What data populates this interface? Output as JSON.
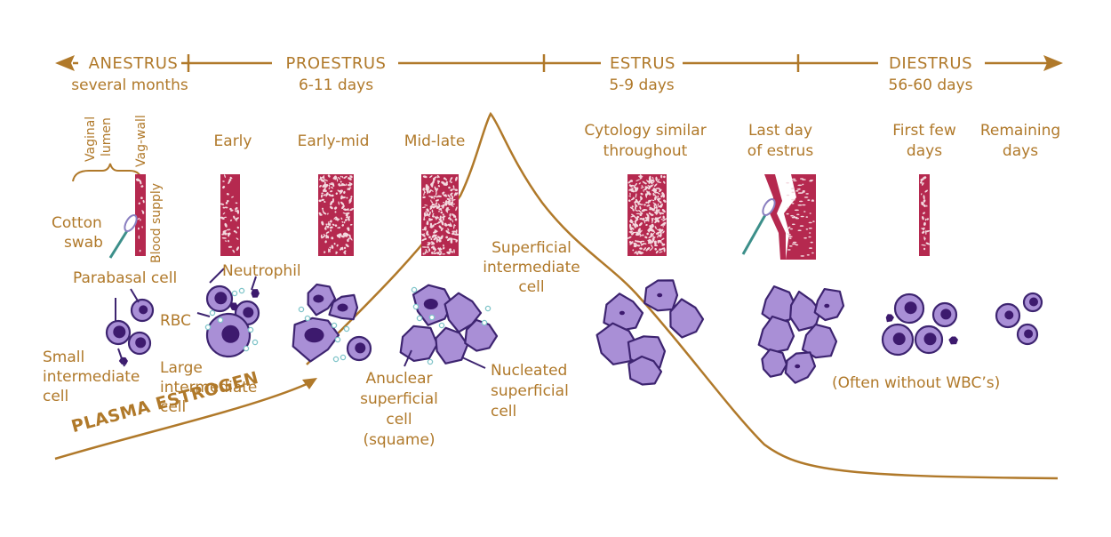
{
  "colors": {
    "gold": "#b0792a",
    "wall": "#b5294f",
    "cell_fill": "#a98fd6",
    "cell_stroke": "#3d2470",
    "nucleus": "#3d1a6e",
    "rbc": "#7fc4c9"
  },
  "phases": [
    {
      "name": "ANESTRUS",
      "duration": "several months"
    },
    {
      "name": "PROESTRUS",
      "duration": "6-11 days"
    },
    {
      "name": "ESTRUS",
      "duration": "5-9 days"
    },
    {
      "name": "DIESTRUS",
      "duration": "56-60 days"
    }
  ],
  "stages": {
    "early": "Early",
    "early_mid": "Early-mid",
    "mid_late": "Mid-late",
    "estrus_line1": "Cytology similar",
    "estrus_line2": "throughout",
    "last_line1": "Last day",
    "last_line2": "of estrus",
    "first_line1": "First few",
    "first_line2": "days",
    "remain_line1": "Remaining",
    "remain_line2": "days"
  },
  "anatomy": {
    "vaginal": "Vaginal",
    "lumen": "lumen",
    "vag_wall": "Vag-wall",
    "blood_supply": "Blood supply",
    "cotton1": "Cotton",
    "cotton2": "swab"
  },
  "cell_labels": {
    "parabasal": "Parabasal cell",
    "neutrophil": "Neutrophil",
    "rbc": "RBC",
    "small1": "Small",
    "small2": "intermediate",
    "small3": "cell",
    "large1": "Large",
    "large2": "intermediate",
    "large3": "cell",
    "sup_int1": "Superficial",
    "sup_int2": "intermediate",
    "sup_int3": "cell",
    "anuc1": "Anuclear",
    "anuc2": "superficial",
    "anuc3": "cell",
    "anuc4": "(squame)",
    "nuc1": "Nucleated",
    "nuc2": "superficial",
    "nuc3": "cell",
    "no_wbc": "(Often without WBC’s)"
  },
  "estrogen_label": "PLASMA ESTROGEN",
  "icons": [
    "arrow-left-icon",
    "arrow-right-icon",
    "cotton-swab-icon",
    "brace-icon"
  ]
}
